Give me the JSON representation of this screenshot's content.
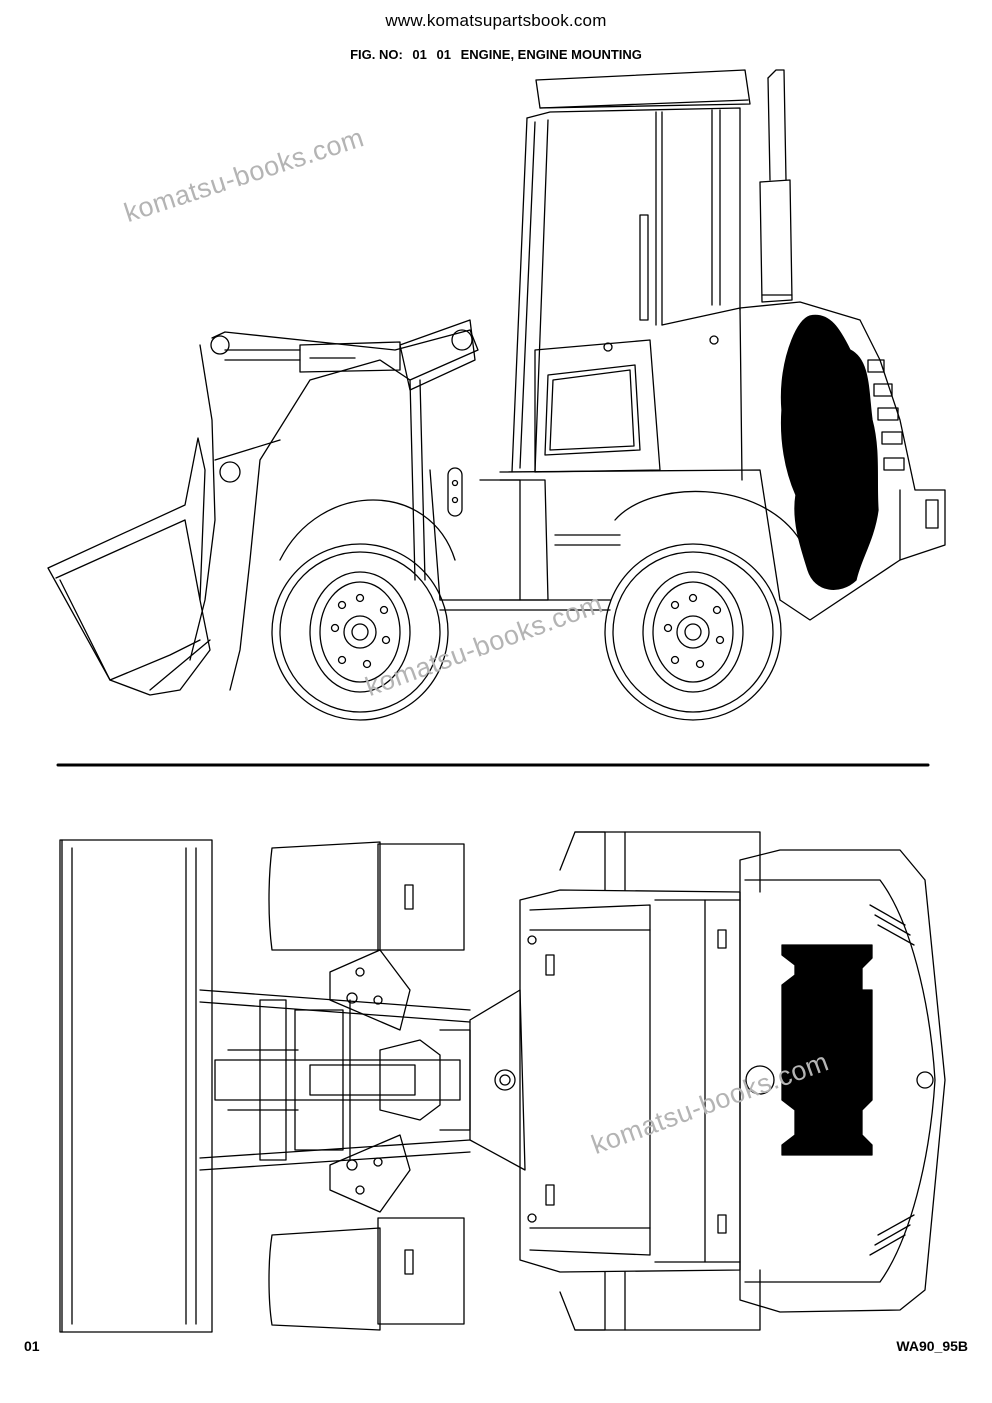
{
  "header": {
    "site_url": "www.komatsupartsbook.com",
    "fig_label": "FIG. NO:",
    "fig_number": "01",
    "fig_code": "01",
    "fig_title": "ENGINE, ENGINE MOUNTING"
  },
  "watermarks": [
    "komatsu-books.com",
    "komatsu-books.com",
    "komatsu-books.com"
  ],
  "footer": {
    "page_code": "01",
    "model": "WA90_95B"
  },
  "illustrations": {
    "side_view_icon": "wheel-loader-side-view",
    "top_view_icon": "wheel-loader-top-view",
    "highlight_color": "#000000"
  }
}
